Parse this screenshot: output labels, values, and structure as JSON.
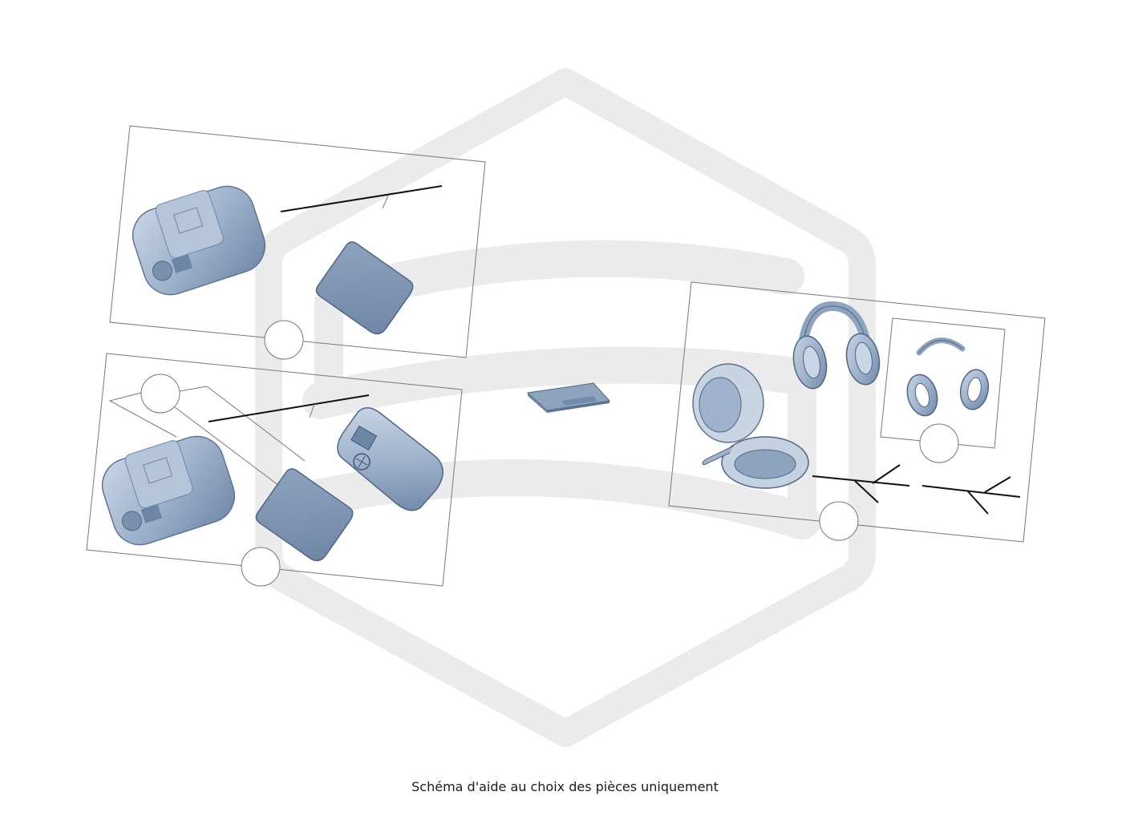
{
  "caption": "Schéma d'aide au choix des pièces uniquement",
  "colors": {
    "part_fill": "#9fb3cc",
    "part_dark": "#6e86a6",
    "part_light": "#c9d6e6",
    "frame_line": "#777777",
    "watermark": "#ebebeb"
  },
  "watermark": {
    "icon": "company-logo-watermark"
  },
  "groups": [
    {
      "name": "group-charging-box-a",
      "callouts": [
        ""
      ],
      "parts": [
        "charging-box-icon",
        "cover-plate-icon"
      ]
    },
    {
      "name": "group-charging-box-b",
      "callouts": [
        "",
        ""
      ],
      "parts": [
        "charging-box-icon",
        "cover-plate-icon",
        "earbud-housing-icon"
      ]
    },
    {
      "name": "group-memory-card",
      "callouts": [],
      "parts": [
        "memory-card-icon"
      ]
    },
    {
      "name": "group-headphones",
      "callouts": [
        "",
        ""
      ],
      "parts": [
        "headphones-icon",
        "carry-case-icon",
        "ear-cushion-icon",
        "headband-pad-icon"
      ]
    }
  ]
}
